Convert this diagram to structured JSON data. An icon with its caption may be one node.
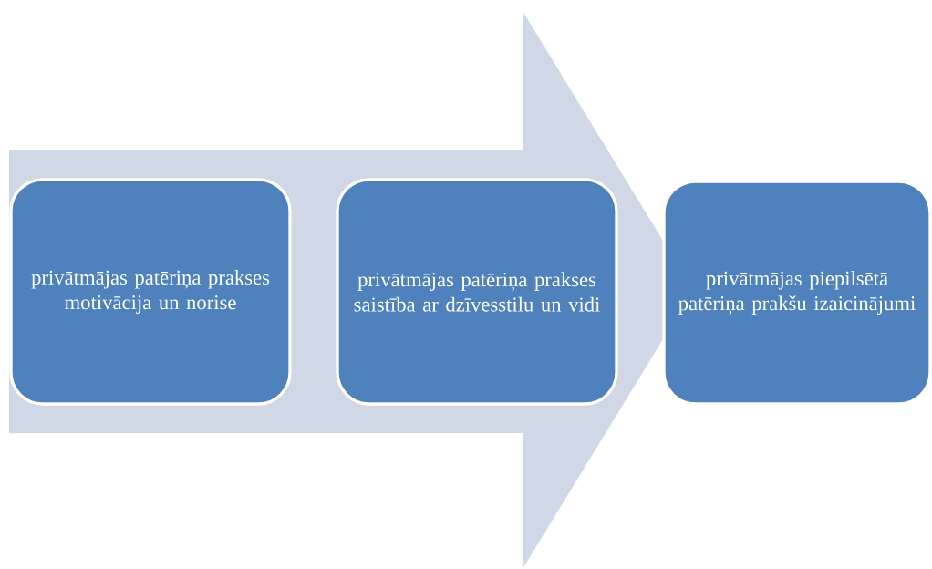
{
  "diagram": {
    "nodes": [
      {
        "text": [
          "privātmājas patēriņa prakses motivācija un norise"
        ]
      },
      {
        "text": [
          "privātmājas patēriņa prakses saistība ar dzīvesstilu un vidi"
        ]
      },
      {
        "text": [
          "privātmājas piepilsētā patēriņa prakšu izaicinājumi"
        ]
      }
    ],
    "edges": [
      {
        "from": 0,
        "to": 2,
        "arrow": "to"
      }
    ]
  }
}
